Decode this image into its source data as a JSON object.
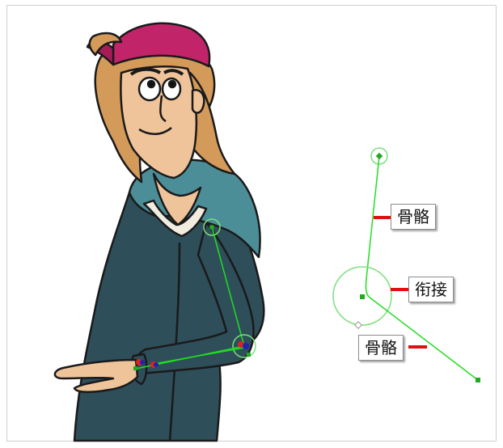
{
  "labels": {
    "bone_top": "骨骼",
    "joint": "衔接",
    "bone_bottom": "骨骼"
  },
  "colors": {
    "rig_line": "#22dd22",
    "rig_circle": "#7de07d",
    "callout_tick": "#dd1111",
    "hoodie": "#2e4e5a",
    "hood_lining": "#4b8e98",
    "cap": "#c2246a",
    "hair": "#d39a5a",
    "skin": "#f0c49a"
  },
  "icons": [
    "bone-rig-node-icon",
    "joint-circle-icon",
    "pivot-diamond-icon"
  ]
}
